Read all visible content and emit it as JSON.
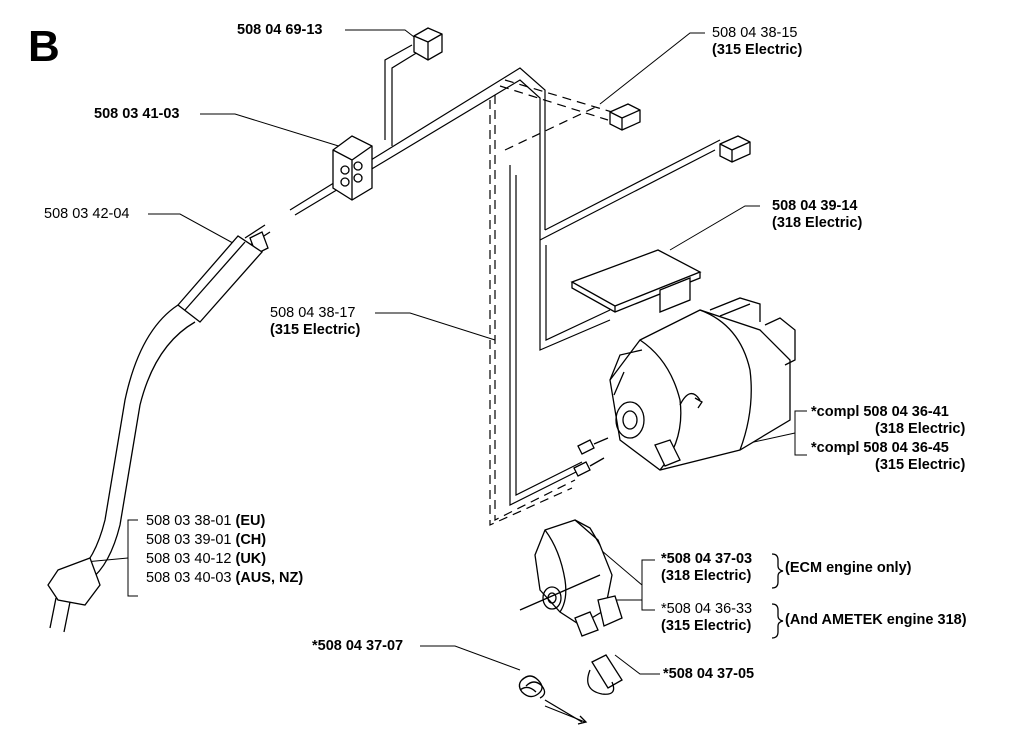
{
  "section_letter": "B",
  "parts": {
    "p1": "508 04 69-13",
    "p2": "508 03 41-03",
    "p3": "508 03 42-04",
    "p4_num": "508 04 38-15",
    "p4_note": "(315 Electric)",
    "p5_num": "508 04 39-14",
    "p5_note": "(318 Electric)",
    "p6_num": "508 04 38-17",
    "p6_note": "(315 Electric)",
    "p7a_num": "*compl 508 04 36-41",
    "p7a_note": "(318 Electric)",
    "p7b_num": "*compl 508 04 36-45",
    "p7b_note": "(315 Electric)",
    "cords": [
      {
        "num": "508 03 38-01",
        "region": "(EU)"
      },
      {
        "num": "508 03 39-01",
        "region": "(CH)"
      },
      {
        "num": "508 03 40-12",
        "region": "(UK)"
      },
      {
        "num": "508 03 40-03",
        "region": "(AUS, NZ)"
      }
    ],
    "p8a_num": "*508 04 37-03",
    "p8a_note": "(318 Electric)",
    "p8a_group": "(ECM engine only)",
    "p8b_num": "*508 04 36-33",
    "p8b_note": "(315 Electric)",
    "p8b_group": "(And AMETEK engine 318)",
    "p9": "*508 04 37-07",
    "p10": "*508 04 37-05"
  }
}
